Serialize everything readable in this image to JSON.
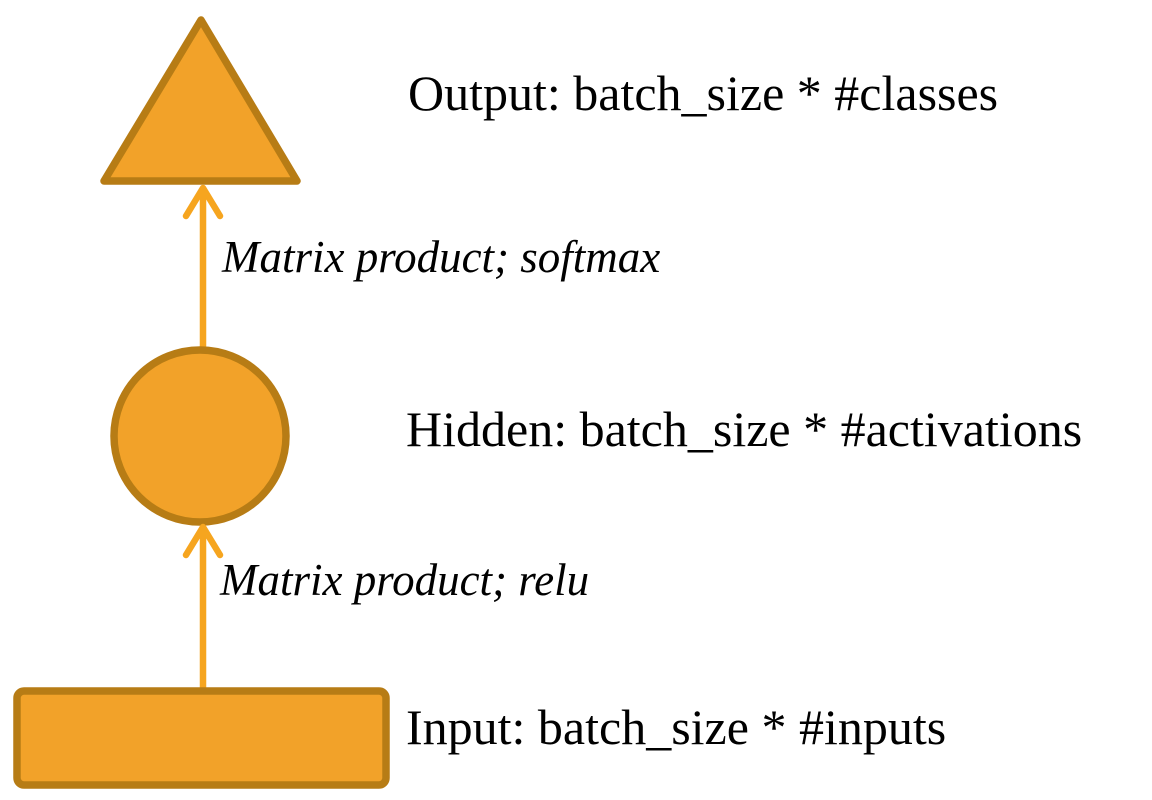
{
  "diagram": {
    "title": "neural-network-layer-diagram",
    "background": "#ffffff",
    "colors": {
      "shape_fill": "#F2A229",
      "shape_stroke": "#B77C15",
      "arrow": "#F6A51F",
      "text": "#000000"
    },
    "nodes": [
      {
        "id": "output",
        "shape": "triangle",
        "label": "Output: batch_size * #classes"
      },
      {
        "id": "hidden",
        "shape": "circle",
        "label": "Hidden: batch_size * #activations"
      },
      {
        "id": "input",
        "shape": "rectangle",
        "label": "Input: batch_size * #inputs"
      }
    ],
    "edges": [
      {
        "from": "hidden",
        "to": "output",
        "label": "Matrix product; softmax"
      },
      {
        "from": "input",
        "to": "hidden",
        "label": "Matrix product; relu"
      }
    ]
  }
}
